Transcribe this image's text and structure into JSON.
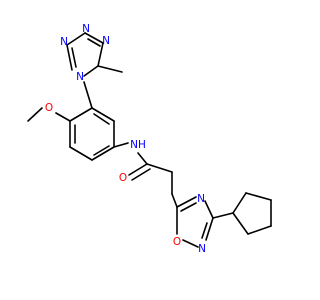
{
  "colors": {
    "bond": "#000000",
    "N": "#0000ff",
    "O": "#ff0000",
    "background": "#ffffff"
  },
  "atoms": {
    "tetrazole_N1": "N",
    "tetrazole_N2": "N",
    "tetrazole_N3": "N",
    "tetrazole_N4": "N",
    "methoxy_O": "O",
    "amide_NH": "N",
    "amide_H": "H",
    "carbonyl_O": "O",
    "oxadiazole_N4": "N",
    "oxadiazole_O1": "O",
    "oxadiazole_N2": "N"
  }
}
